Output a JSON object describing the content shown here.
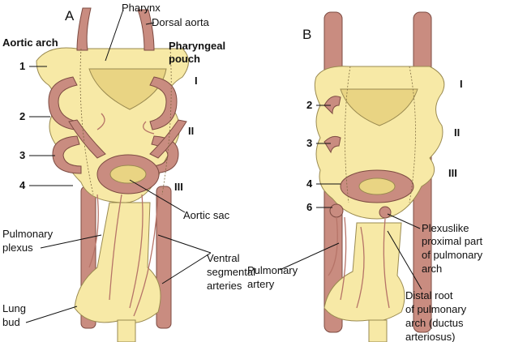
{
  "panel_a": {
    "letter": "A",
    "pharynx": "Pharynx",
    "dorsal_aorta": "Dorsal aorta",
    "aortic_arch": "Aortic arch",
    "pharyngeal_pouch": [
      "Pharyngeal",
      "pouch"
    ],
    "arches": [
      "1",
      "2",
      "3",
      "4"
    ],
    "pouches": [
      "I",
      "II",
      "III"
    ],
    "aortic_sac": "Aortic sac",
    "pulmonary_plexus": [
      "Pulmonary",
      "plexus"
    ],
    "ventral_segmental": [
      "Ventral",
      "segmental",
      "arteries"
    ],
    "lung_bud": [
      "Lung",
      "bud"
    ]
  },
  "panel_b": {
    "letter": "B",
    "arches": [
      "2",
      "3",
      "4",
      "6"
    ],
    "pouches": [
      "I",
      "II",
      "III"
    ],
    "plexuslike": [
      "Plexuslike",
      "proximal part",
      "of pulmonary",
      "arch"
    ],
    "pulmonary_artery": [
      "Pulmonary",
      "artery"
    ],
    "distal_root": [
      "Distal root",
      "of pulmonary",
      "arch (ductus",
      "arteriosus)"
    ]
  }
}
